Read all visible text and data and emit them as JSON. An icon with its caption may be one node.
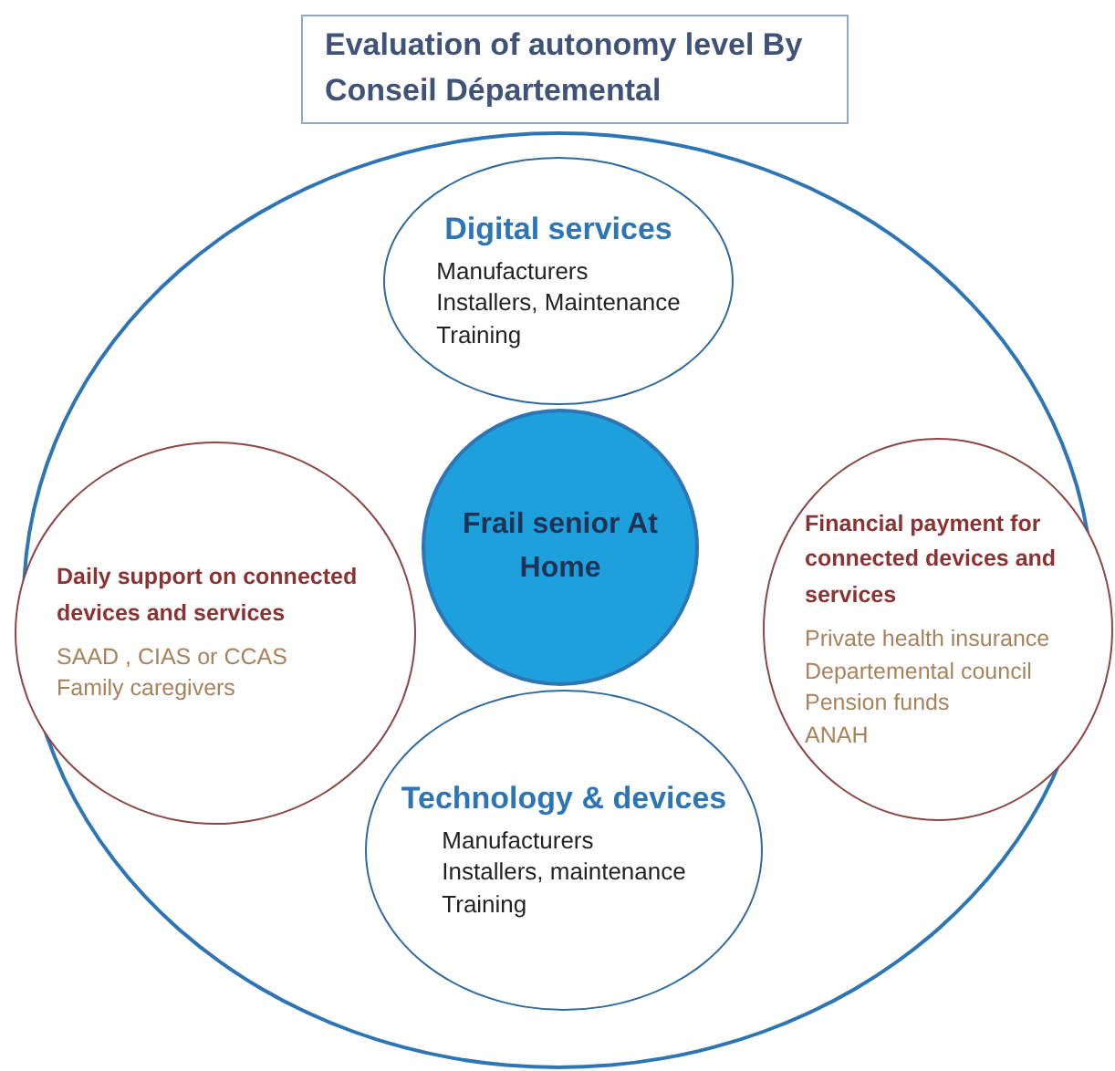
{
  "diagram": {
    "nodes": [
      {
        "text": [
          "Evaluation of autonomy level By Conseil Départemental"
        ]
      },
      {
        "text": [],
        "shape": "circle"
      },
      {
        "text": [
          "Digital services",
          "Manufacturers",
          "Installers, Maintenance",
          "Training"
        ],
        "in": 1
      },
      {
        "text": [
          "Daily support on connected devices and services",
          "SAAD , CIAS or CCAS",
          "Family caregivers"
        ],
        "in": 1
      },
      {
        "text": [
          "Frail senior At Home"
        ],
        "in": 1
      },
      {
        "text": [
          "Financial payment for connected devices and services",
          "Private health insurance",
          "Departemental council",
          "Pension funds",
          "ANAH"
        ],
        "in": 1
      },
      {
        "text": [
          "Technology & devices",
          "Manufacturers",
          "Installers, maintenance",
          "Training"
        ],
        "in": 1
      }
    ]
  }
}
